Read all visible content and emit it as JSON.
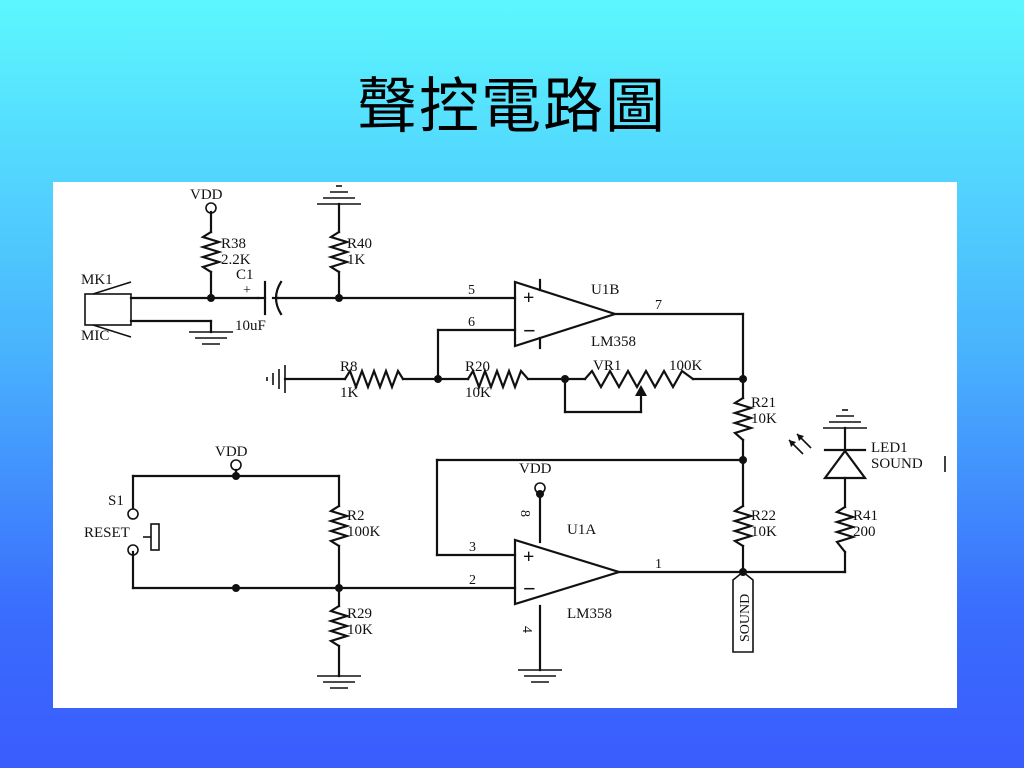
{
  "slide": {
    "title": "聲控電路圖"
  },
  "labels": {
    "vdd": "VDD",
    "r38": "R38",
    "r38_val": "2.2K",
    "c1": "C1",
    "c1_plus": "+",
    "c1_val": "10uF",
    "r40": "R40",
    "r40_val": "1K",
    "mk1": "MK1",
    "mic": "MIC",
    "u1b": "U1B",
    "u1b_part": "LM358",
    "pin5": "5",
    "pin6": "6",
    "pin7": "7",
    "plus": "+",
    "minus": "−",
    "r8": "R8",
    "r8_val": "1K",
    "r20": "R20",
    "r20_val": "10K",
    "vr1": "VR1",
    "vr1_val": "100K",
    "r21": "R21",
    "r21_val": "10K",
    "led1": "LED1",
    "led1_sound": "SOUND",
    "s1": "S1",
    "reset": "RESET",
    "r2": "R2",
    "r2_val": "100K",
    "r29": "R29",
    "r29_val": "10K",
    "u1a": "U1A",
    "u1a_part": "LM358",
    "pin8": "8",
    "pin3": "3",
    "pin2": "2",
    "pin1": "1",
    "pin4": "4",
    "r22": "R22",
    "r22_val": "10K",
    "r41": "R41",
    "r41_val": "200",
    "sound_port": "SOUND"
  }
}
